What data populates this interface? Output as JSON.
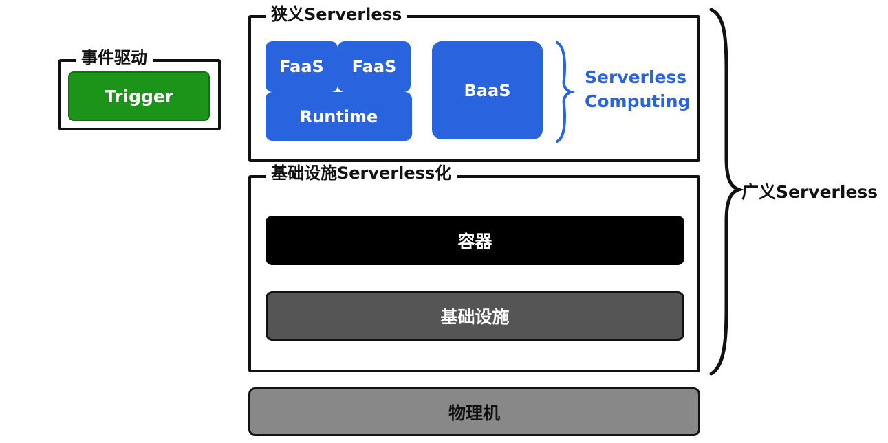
{
  "event_driven": {
    "label": "事件驱动",
    "trigger": "Trigger"
  },
  "narrow": {
    "label": "狭义Serverless",
    "faas_1": "FaaS",
    "faas_2": "FaaS",
    "runtime": "Runtime",
    "baas": "BaaS",
    "computing_line1": "Serverless",
    "computing_line2": "Computing"
  },
  "infra_serverless": {
    "label": "基础设施Serverless化",
    "container": "容器",
    "infrastructure": "基础设施"
  },
  "physical_machine": "物理机",
  "broad": {
    "label": "广义Serverless"
  },
  "colors": {
    "blue": "#2a63de",
    "green": "#1c9419",
    "container": "#000000",
    "infrastructure": "#555555",
    "physical": "#888888"
  }
}
